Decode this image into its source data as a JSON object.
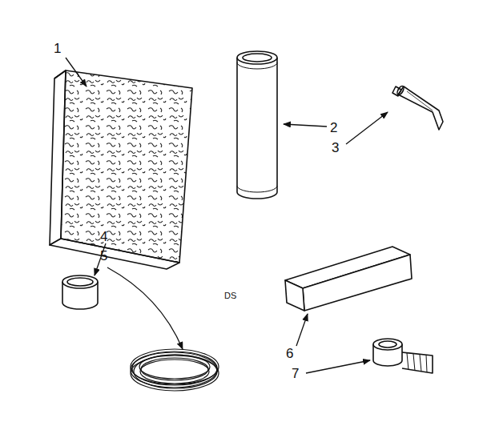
{
  "diagram": {
    "labels": [
      "1",
      "2",
      "3",
      "4",
      "5",
      "DS",
      "6",
      "7"
    ]
  }
}
